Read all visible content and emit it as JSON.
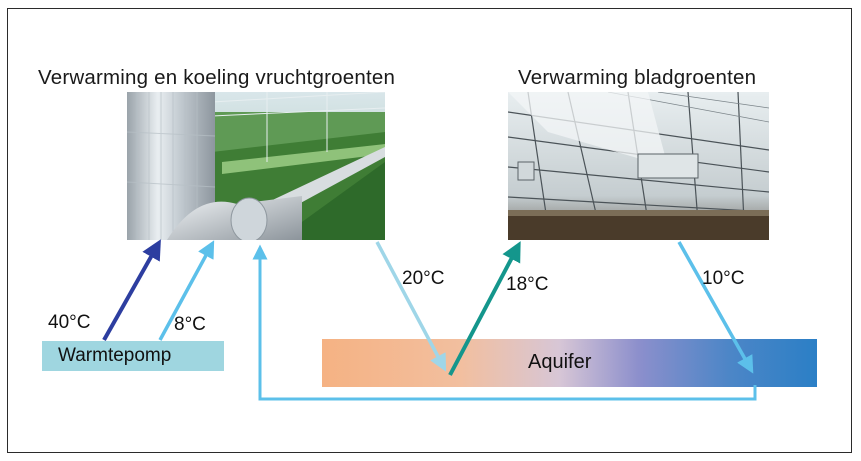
{
  "titles": {
    "left": "Verwarming en koeling vruchtgroenten",
    "right": "Verwarming bladgroenten"
  },
  "temperatures": {
    "t40": "40°C",
    "t8": "8°C",
    "t20": "20°C",
    "t18": "18°C",
    "t10": "10°C"
  },
  "labels": {
    "warmtepomp": "Warmtepomp",
    "aquifer": "Aquifer"
  },
  "colors": {
    "dark_blue_arrow": "#2d3ea0",
    "light_blue_arrow": "#5cc0ea",
    "teal_arrow": "#14968c",
    "warmtepomp_box": "#9fd6e0"
  }
}
